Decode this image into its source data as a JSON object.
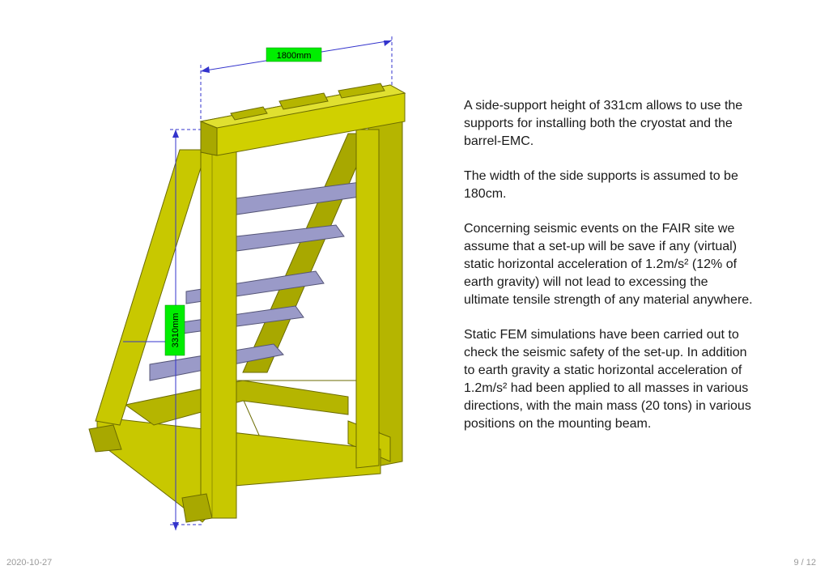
{
  "drawing": {
    "dim_width_label": "1800mm",
    "dim_height_label": "3310mm",
    "colors": {
      "frame": "#c8c800",
      "frame_dark": "#8f8f00",
      "shelf": "#9a9ac8",
      "dimension": "#3333cc",
      "label_bg": "#00ee00"
    }
  },
  "text": {
    "paragraphs": [
      "A side-support height of 331cm allows to use the supports for installing both the cryostat and the barrel-EMC.",
      "The width of the side supports is assumed to be 180cm.",
      "Concerning seismic events on the FAIR site we assume that a set-up will be save if any (virtual) static horizontal acceleration of 1.2m/s² (12% of earth gravity) will not lead to excessing the ultimate tensile strength of any material anywhere.",
      "Static FEM simulations have been carried out to check the seismic safety of the set-up. In addition to earth gravity a static horizontal acceleration of 1.2m/s² had been applied to all masses in various directions, with the main mass (20 tons) in various positions on the mounting beam."
    ]
  },
  "footer": {
    "date": "2020-10-27",
    "page": "9 / 12"
  }
}
